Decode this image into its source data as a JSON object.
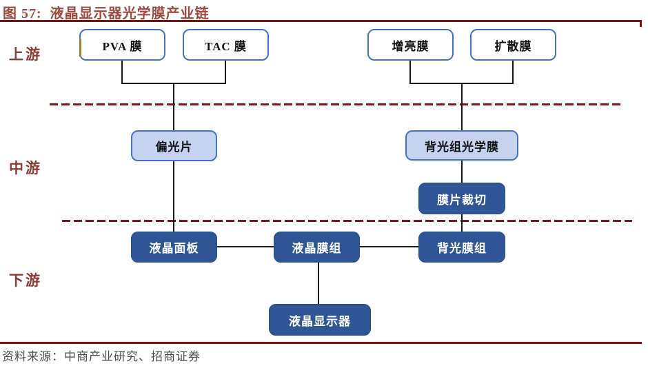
{
  "figure": {
    "title": "图 57:  液晶显示器光学膜产业链",
    "source": "资料来源：中商产业研究、招商证券"
  },
  "stages": {
    "upstream": "上游",
    "midstream": "中游",
    "downstream": "下游"
  },
  "nodes": {
    "pva-film": {
      "label": "PVA 膜"
    },
    "tac-film": {
      "label": "TAC 膜"
    },
    "brightness-film": {
      "label": "增亮膜"
    },
    "diffusion-film": {
      "label": "扩散膜"
    },
    "polarizer": {
      "label": "偏光片"
    },
    "backlight-optical-film": {
      "label": "背光组光学膜"
    },
    "film-cutting": {
      "label": "膜片裁切"
    },
    "lcd-panel": {
      "label": "液晶面板"
    },
    "lcd-film-module": {
      "label": "液晶膜组"
    },
    "backlight-film-module": {
      "label": "背光膜组"
    },
    "lcd-display": {
      "label": "液晶显示器"
    }
  },
  "colors": {
    "title_red": "#9F4A3F",
    "stage_label_red": "#8C3A33",
    "rule_red": "#7E1215",
    "dash_red": "#7E1518",
    "node_border_blue": "#4472C4",
    "node_fill_light_blue": "#C5D3EE",
    "node_fill_dark_blue": "#2F5597",
    "connector_black": "#1A1A1A",
    "source_text_gray": "#4D4D4D"
  }
}
